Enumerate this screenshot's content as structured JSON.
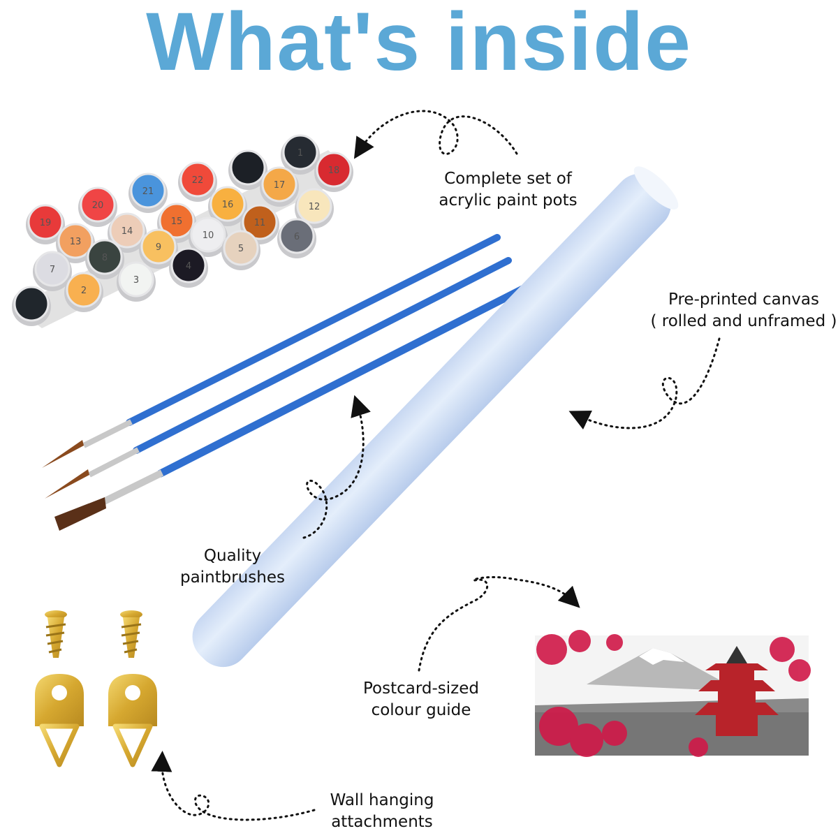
{
  "title": "What's inside",
  "colors": {
    "title": "#5BA8D6",
    "brush": "#2F6FD0",
    "canvas": "#DCE8F8",
    "gold": "#D9B23A"
  },
  "labels": {
    "paint_pots": [
      "Complete set of",
      "acrylic paint pots"
    ],
    "canvas": [
      "Pre-printed canvas",
      "( rolled and unframed )"
    ],
    "brushes": [
      "Quality",
      "paintbrushes"
    ],
    "colour_guide": [
      "Postcard-sized",
      "colour guide"
    ],
    "hanging": [
      "Wall hanging",
      "attachments"
    ]
  },
  "paint_pots": [
    {
      "number": "19",
      "color": "#E83A3A"
    },
    {
      "number": "20",
      "color": "#F04545"
    },
    {
      "number": "21",
      "color": "#4A94DC"
    },
    {
      "number": "22",
      "color": "#F04A3A"
    },
    {
      "number": "",
      "color": "#1C2026"
    },
    {
      "number": "1",
      "color": "#262B32"
    },
    {
      "number": "18",
      "color": "#D82A30"
    },
    {
      "number": "13",
      "color": "#F2A060"
    },
    {
      "number": "14",
      "color": "#EDCDB8"
    },
    {
      "number": "15",
      "color": "#F07030"
    },
    {
      "number": "16",
      "color": "#F8B040"
    },
    {
      "number": "17",
      "color": "#F4A848"
    },
    {
      "number": "12",
      "color": "#F8E6BC"
    },
    {
      "number": "8",
      "color": "#3A4440"
    },
    {
      "number": "9",
      "color": "#F8C060"
    },
    {
      "number": "10",
      "color": "#EEEEF0"
    },
    {
      "number": "11",
      "color": "#C0601C"
    },
    {
      "number": "6",
      "color": "#6A6E78"
    },
    {
      "number": "7",
      "color": "#DCDCE2"
    },
    {
      "number": "3",
      "color": "#F2F4F2"
    },
    {
      "number": "4",
      "color": "#1C1A24"
    },
    {
      "number": "5",
      "color": "#E6D2BE"
    },
    {
      "number": "2",
      "color": "#F8B050"
    },
    {
      "number": "",
      "color": "#20262C"
    }
  ]
}
